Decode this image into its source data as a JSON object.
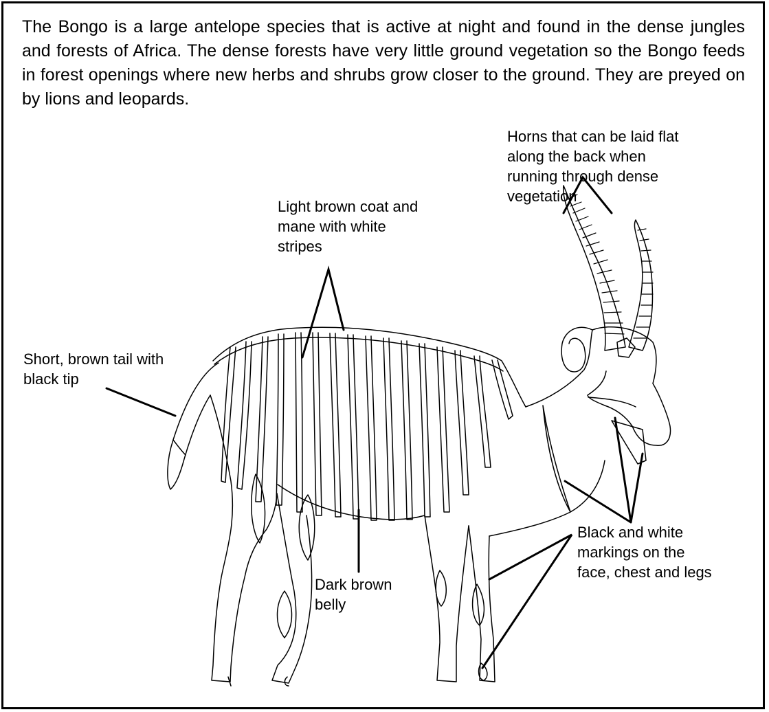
{
  "intro_text": "The Bongo is a large antelope species that is active at night and found in the dense jungles and forests of Africa. The dense forests have very little ground vegetation so the Bongo feeds in forest openings where new herbs and shrubs grow closer to the ground. They are preyed on by lions and leopards.",
  "labels": {
    "horns": [
      "Horns that can be laid flat",
      "along the back when",
      "running through dense",
      "vegetation"
    ],
    "coat": [
      "Light brown coat and",
      "mane with white",
      "stripes"
    ],
    "tail": [
      "Short, brown tail with",
      "black tip"
    ],
    "markings": [
      "Black and white",
      "markings on the",
      "face, chest and legs"
    ],
    "belly": [
      "Dark brown",
      "belly"
    ]
  },
  "colors": {
    "ink": "#000000",
    "background": "#ffffff"
  }
}
